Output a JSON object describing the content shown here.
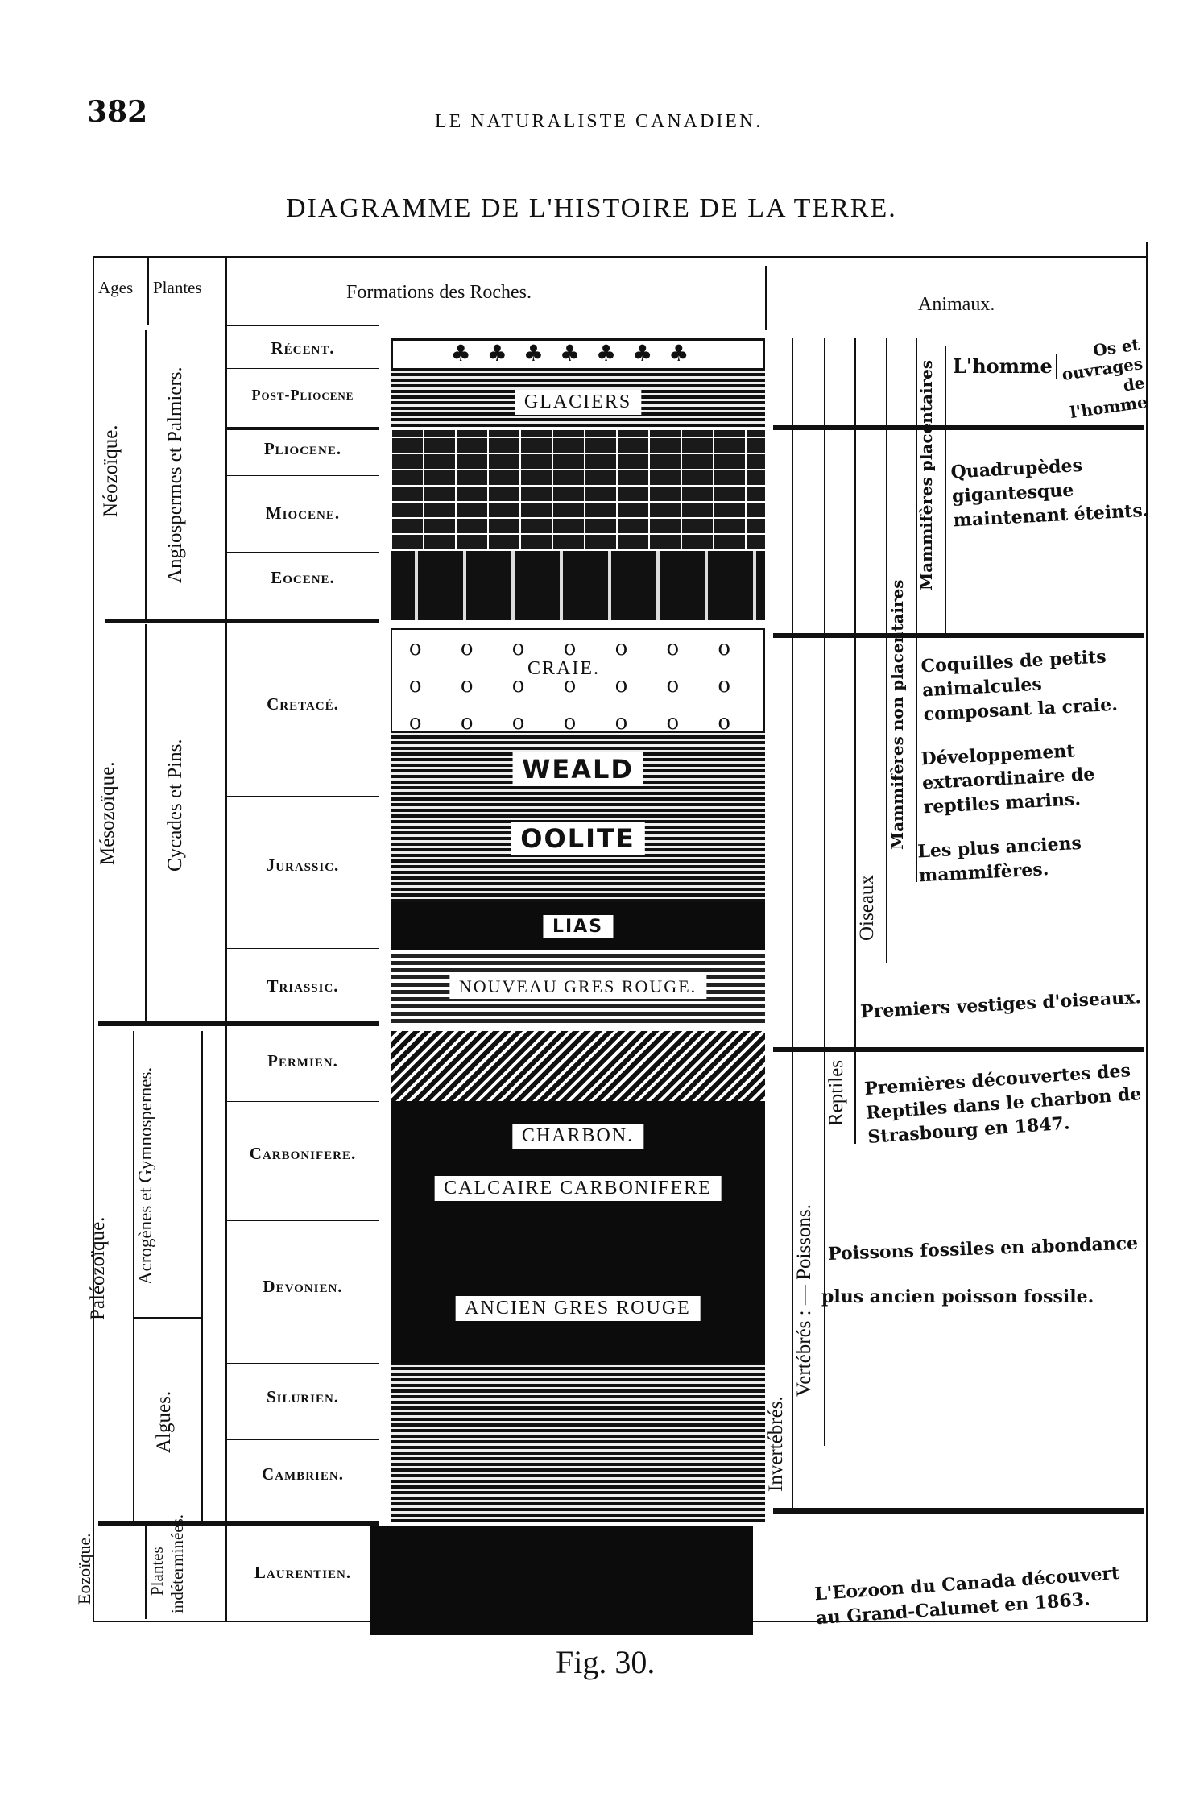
{
  "page_number": "382",
  "running_head": "LE NATURALISTE CANADIEN.",
  "title": "DIAGRAMME DE L'HISTOIRE DE LA TERRE.",
  "headers": {
    "ages": "Ages",
    "plantes": "Plantes",
    "formations": "Formations des Roches.",
    "animaux": "Animaux."
  },
  "ages": [
    "Néozoïque.",
    "Mésozoïque.",
    "Paléozoïque.",
    "Eozoïque."
  ],
  "plantes": [
    "Angiospermes et Palmiers.",
    "Cycades et Pins.",
    "Acrogènes et Gymnospernes.",
    "Algues.",
    "Plantes indéterminées."
  ],
  "formations": [
    "Récent.",
    "Post-Pliocene",
    "Pliocene.",
    "Miocene.",
    "Eocene.",
    "Cretacé.",
    "Jurassic.",
    "Triassic.",
    "Permien.",
    "Carbonifere.",
    "Devonien.",
    "Silurien.",
    "Cambrien.",
    "Laurentien."
  ],
  "rock_labels": [
    "GLACIERS",
    "CRAIE.",
    "WEALD",
    "OOLITE",
    "LIAS",
    "NOUVEAU GRES ROUGE.",
    "CHARBON.",
    "CALCAIRE CARBONIFERE",
    "ANCIEN GRES ROUGE"
  ],
  "animal_groups": [
    "Mammifères placentaires",
    "Mammifères non placentaires",
    "Oiseaux",
    "Reptiles",
    "Vertébrés : — Poissons.",
    "Invertébrés."
  ],
  "animal_notes": {
    "homme": "L'homme",
    "os": "Os et ouvrages de l'homme",
    "quadrupedes": "Quadrupèdes gigantesque maintenant éteints.",
    "coquilles": "Coquilles de petits animalcules composant la craie.",
    "developpement": "Développement extraordinaire de reptiles marins.",
    "mammiferes": "Les plus anciens mammifères.",
    "oiseaux": "Premiers vestiges d'oiseaux.",
    "reptiles": "Premières découvertes des Reptiles dans le charbon de Strasbourg en 1847.",
    "poissons1": "Poissons fossiles en abondance",
    "poissons2": "plus ancien poisson fossile.",
    "eozoon": "L'Eozoon du Canada découvert au Grand-Calumet en 1863."
  },
  "figure_caption": "Fig. 30."
}
